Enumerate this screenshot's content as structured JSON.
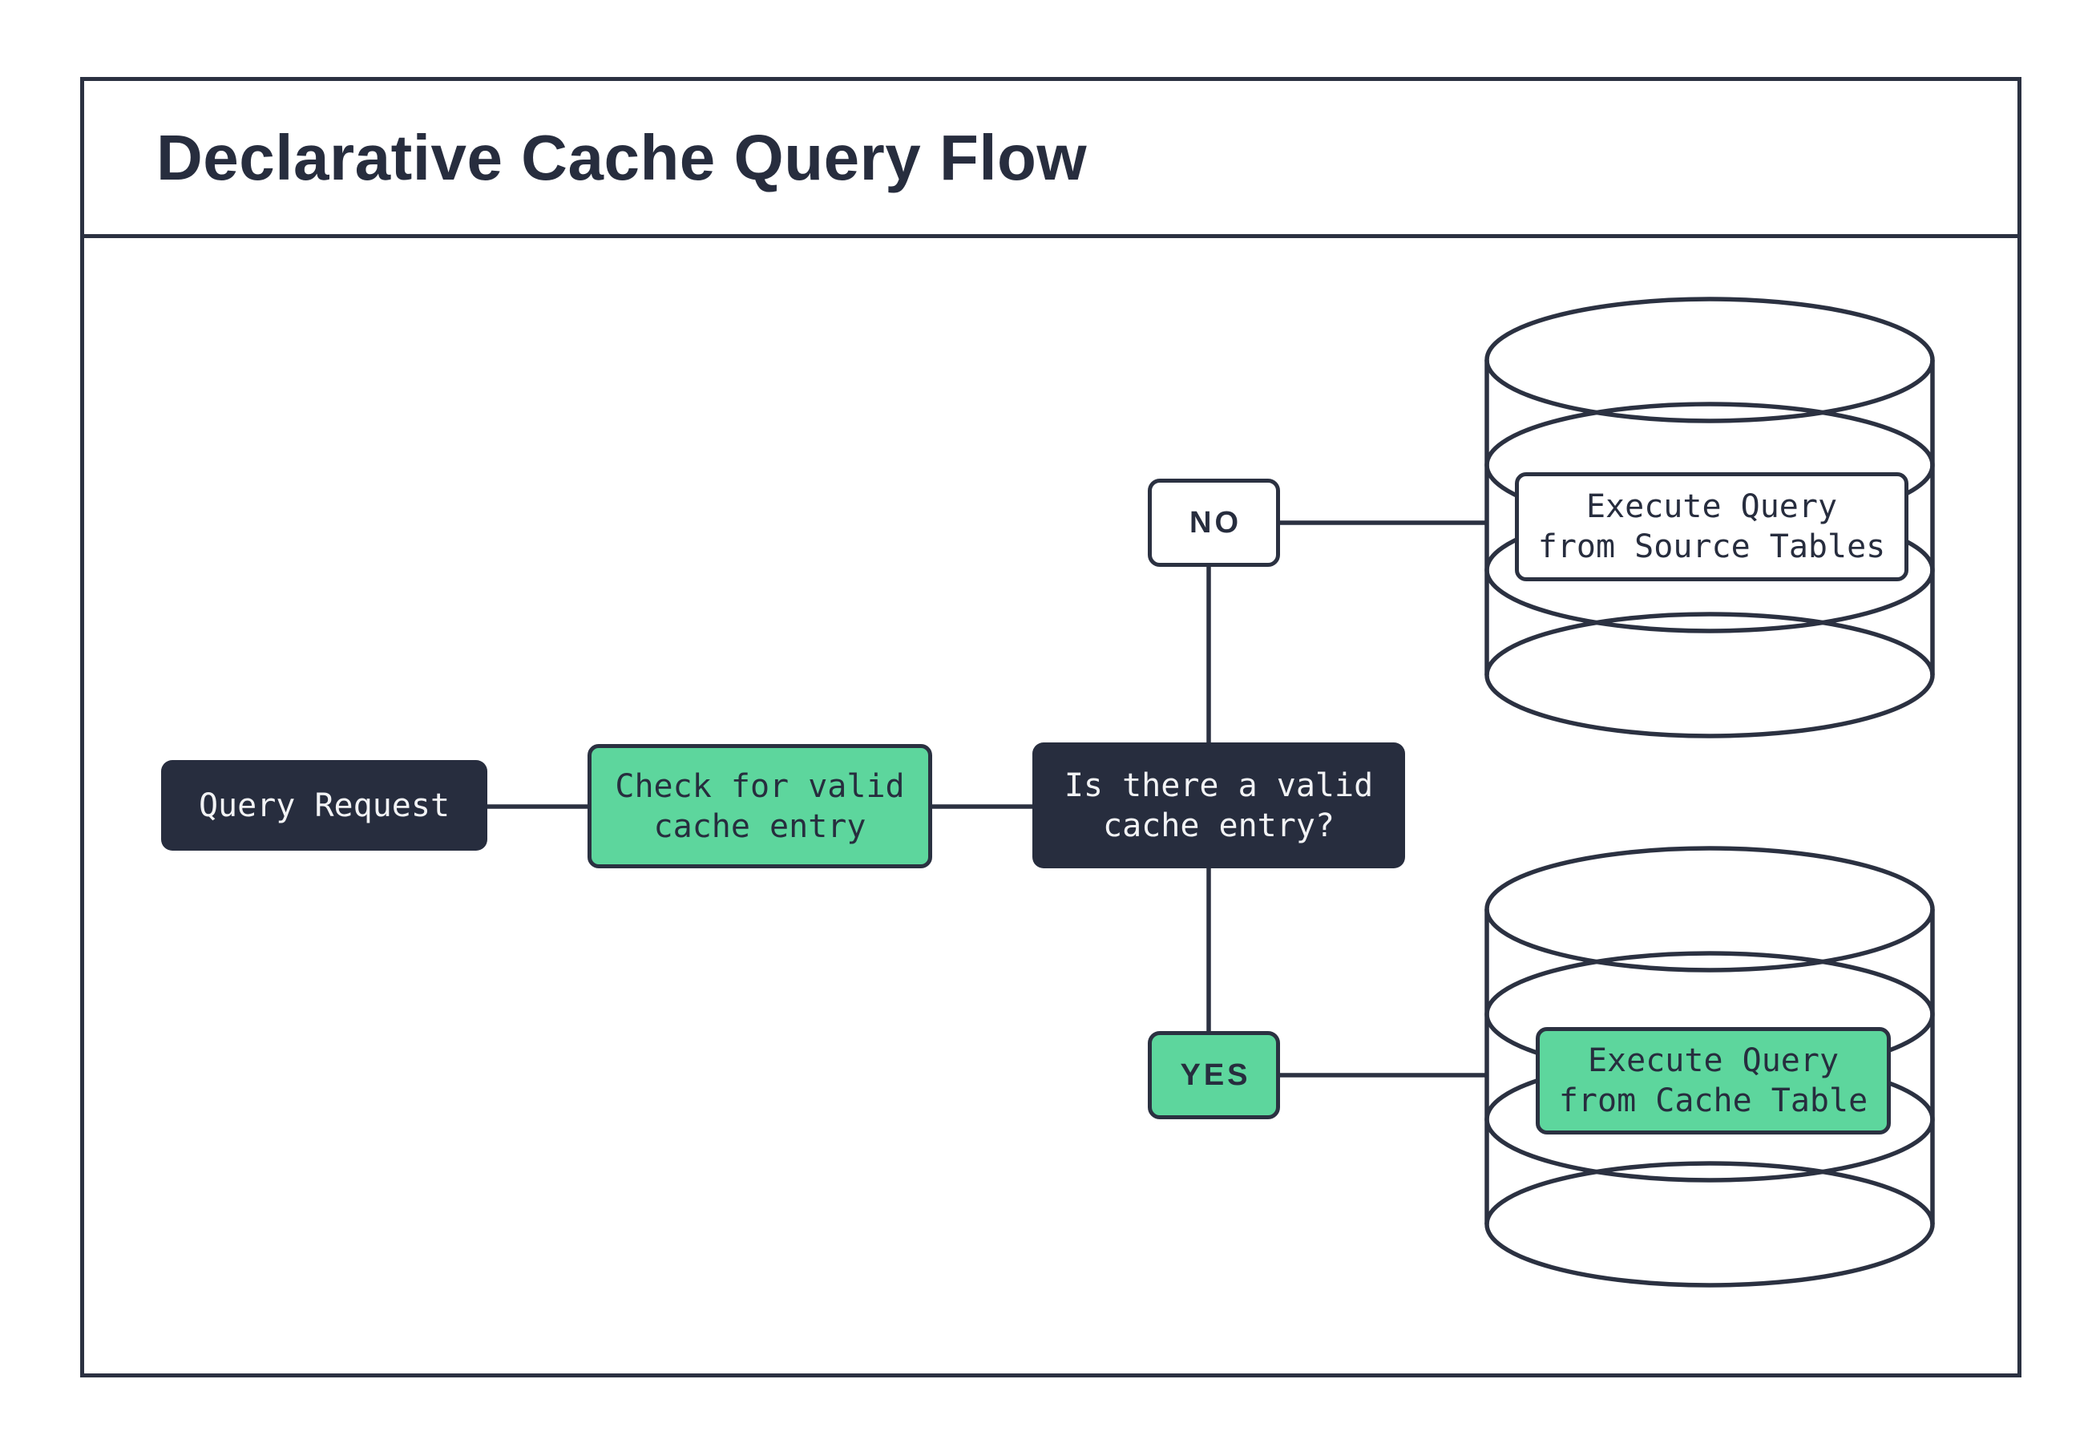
{
  "title": "Declarative Cache Query Flow",
  "colors": {
    "dark": "#272d3e",
    "green": "#5dd69d",
    "line": "#2b3141",
    "text_light": "#f2f3f5",
    "white": "#ffffff"
  },
  "nodes": {
    "query_request": {
      "label": "Query Request"
    },
    "check_cache": {
      "line1": "Check for valid",
      "line2": "cache entry"
    },
    "decision": {
      "line1": "Is there a valid",
      "line2": "cache entry?"
    },
    "no_branch": {
      "label": "NO"
    },
    "yes_branch": {
      "label": "YES"
    },
    "source_db": {
      "line1": "Execute Query",
      "line2": "from Source Tables"
    },
    "cache_db": {
      "line1": "Execute Query",
      "line2": "from Cache Table"
    }
  }
}
